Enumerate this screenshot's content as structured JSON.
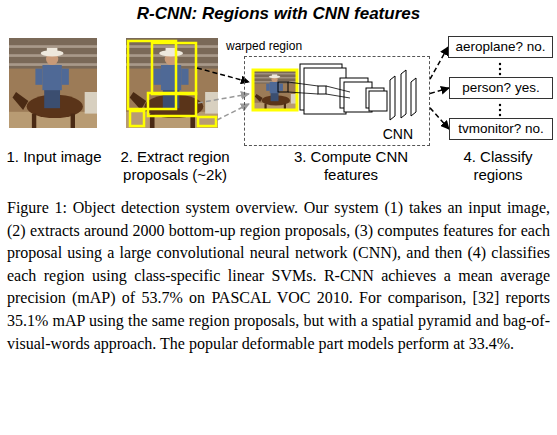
{
  "diagram": {
    "title": "R-CNN: Regions with CNN features",
    "caption": "Figure 1: Object detection system overview. Our system (1) takes an input image, (2) extracts around 2000 bottom-up region proposals, (3) computes features for each proposal using a large convolutional neural network (CNN), and then (4) classifies each region using class-specific linear SVMs. R-CNN achieves a mean average precision (mAP) of 53.7% on PASCAL VOC 2010. For comparison, [32] reports 35.1% mAP using the same region proposals, but with a spatial pyramid and bag-of-visual-words approach. The popular deformable part models perform at 33.4%.",
    "nodes": [
      {
        "text": [
          "CNN"
        ]
      },
      {
        "text": [
          "aeroplane? no."
        ]
      },
      {
        "text": [
          "person? yes."
        ]
      },
      {
        "text": [
          "tvmonitor? no."
        ]
      }
    ],
    "edges": [
      {
        "from": 0,
        "to": 1,
        "arrow": "to"
      },
      {
        "from": 0,
        "to": 2,
        "arrow": "to"
      },
      {
        "from": 0,
        "to": 3,
        "arrow": "to"
      }
    ],
    "labels": [
      "warped region",
      "1. Input image",
      "2. Extract region proposals (~2k)",
      "3. Compute CNN features",
      "4. Classify regions"
    ]
  }
}
